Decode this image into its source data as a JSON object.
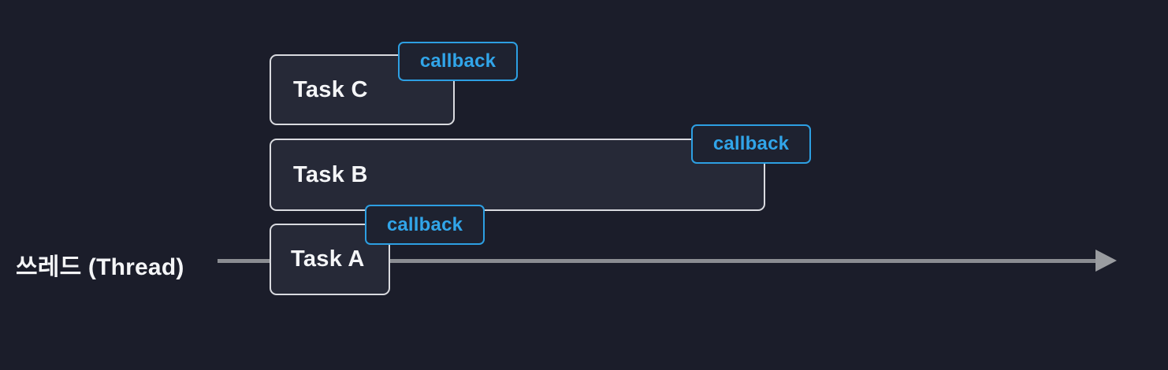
{
  "diagram": {
    "thread_label": "쓰레드 (Thread)",
    "tasks": [
      {
        "label": "Task C",
        "callback_label": "callback"
      },
      {
        "label": "Task B",
        "callback_label": "callback"
      },
      {
        "label": "Task A",
        "callback_label": "callback"
      }
    ],
    "colors": {
      "background": "#1b1d2a",
      "task_fill": "#262937",
      "task_border": "#d9dadf",
      "task_text": "#f4f5f7",
      "badge_fill": "#1e2230",
      "badge_border": "#2d9fe2",
      "badge_text": "#31a5e9",
      "thread_line": "#8b8d92",
      "arrowhead": "#9a9ca0"
    }
  }
}
